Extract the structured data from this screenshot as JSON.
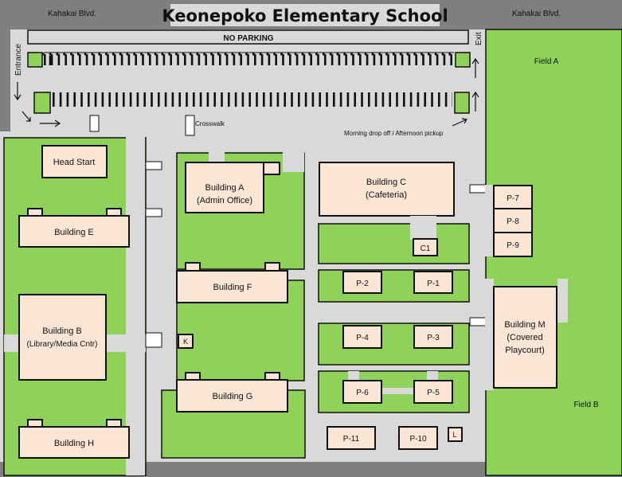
{
  "title": "Keonepoko Elementary School",
  "streets": {
    "left": "Kahakai Blvd.",
    "right": "Kahakai Blvd."
  },
  "signs": {
    "no_parking": "NO PARKING",
    "entrance": "Entrance",
    "exit": "Exit",
    "crosswalk": "Crosswalk",
    "dropoff": "Morning drop off / Afternoon pickup"
  },
  "fields": {
    "a": "Field A",
    "b": "Field B"
  },
  "buildings": {
    "head_start": "Head Start",
    "e": "Building E",
    "b_line1": "Building B",
    "b_line2": "(Library/Media Cntr)",
    "h": "Building H",
    "a_line1": "Building A",
    "a_line2": "(Admin Office)",
    "c_line1": "Building C",
    "c_line2": "(Cafeteria)",
    "c1": "C1",
    "f": "Building F",
    "g": "Building G",
    "k": "K",
    "l": "L",
    "m_line1": "Building M",
    "m_line2": "(Covered",
    "m_line3": "Playcourt)",
    "p1": "P-1",
    "p2": "P-2",
    "p3": "P-3",
    "p4": "P-4",
    "p5": "P-5",
    "p6": "P-6",
    "p7": "P-7",
    "p8": "P-8",
    "p9": "P-9",
    "p10": "P-10",
    "p11": "P-11"
  },
  "colors": {
    "grass": "#8ed25a",
    "pavement": "#d9d9d9",
    "road": "#7f7f7f",
    "building": "#fbe6d6"
  }
}
